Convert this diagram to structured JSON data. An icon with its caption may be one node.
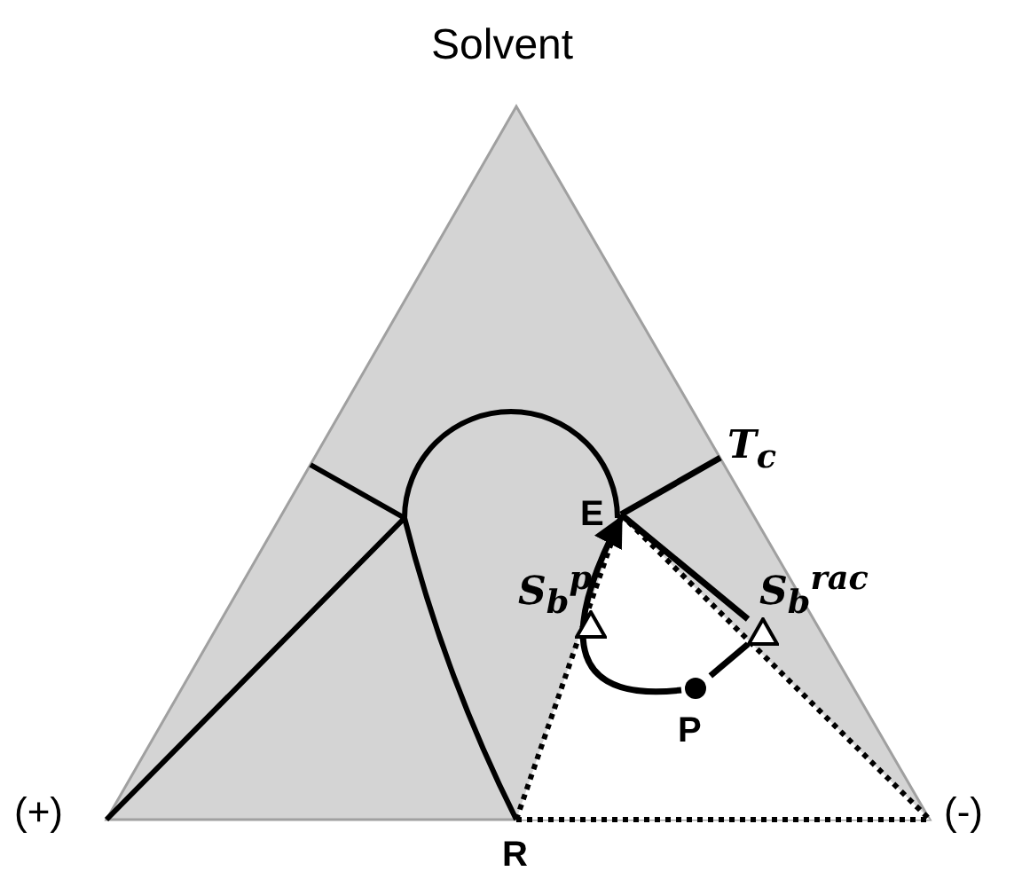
{
  "diagram": {
    "nodes": [
      {
        "text": [
          "Solvent"
        ]
      },
      {
        "text": [
          "(+)"
        ]
      },
      {
        "text": [
          "(-)"
        ]
      },
      {
        "text": [
          "R"
        ]
      },
      {
        "text": [
          "E"
        ]
      },
      {
        "text": [
          "T$_{c}$"
        ]
      },
      {
        "text": [
          "S$_{b}$$^{p}$"
        ]
      },
      {
        "text": [
          "S$_{b}$$^{rac}$"
        ]
      },
      {
        "text": [
          "P"
        ]
      }
    ],
    "edges": [
      {
        "from": 3,
        "to": 4,
        "arrow": "none",
        "style": "dashed"
      },
      {
        "from": 4,
        "to": 2,
        "arrow": "none",
        "style": "dashed"
      },
      {
        "from": 3,
        "to": 2,
        "arrow": "none",
        "style": "dashed"
      },
      {
        "from": 4,
        "to": 5,
        "arrow": "none"
      },
      {
        "from": 8,
        "to": 4,
        "arrow": "to"
      },
      {
        "from": 4,
        "to": 7,
        "arrow": "none"
      },
      {
        "from": 7,
        "to": 8,
        "arrow": "none"
      }
    ]
  }
}
